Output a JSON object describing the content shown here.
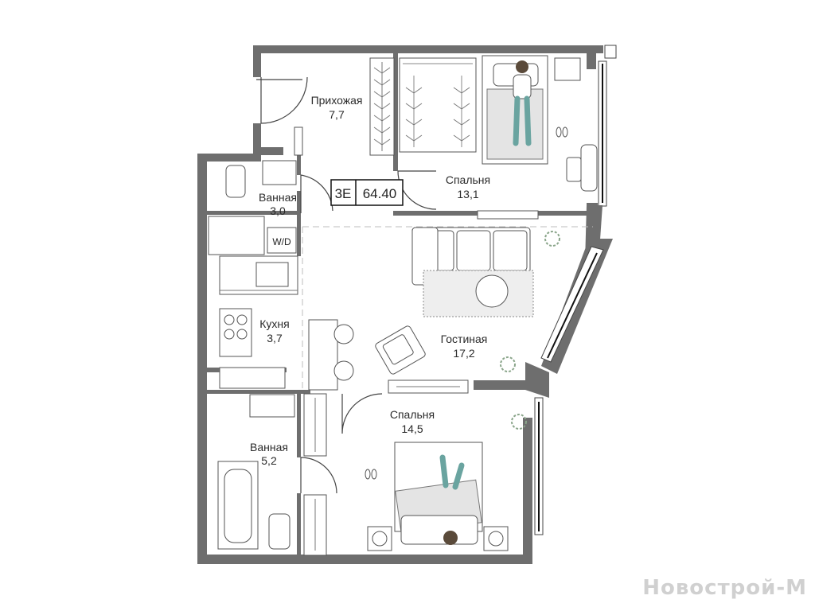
{
  "apartment": {
    "code": "3E",
    "area": "64.40"
  },
  "rooms": {
    "hallway": {
      "name": "Прихожая",
      "area": "7,7"
    },
    "bedroom_top": {
      "name": "Спальня",
      "area": "13,1"
    },
    "bathroom_small": {
      "name": "Ванная",
      "area": "3,0"
    },
    "washer_label": "W/D",
    "kitchen": {
      "name": "Кухня",
      "area": "3,7"
    },
    "living": {
      "name": "Гостиная",
      "area": "17,2"
    },
    "bedroom_bottom": {
      "name": "Спальня",
      "area": "14,5"
    },
    "bathroom_large": {
      "name": "Ванная",
      "area": "5,2"
    }
  },
  "watermark": "Новострой-М",
  "colors": {
    "wall": "#6e6e6e",
    "line": "#444444",
    "accent_green": "#8aa58a"
  }
}
